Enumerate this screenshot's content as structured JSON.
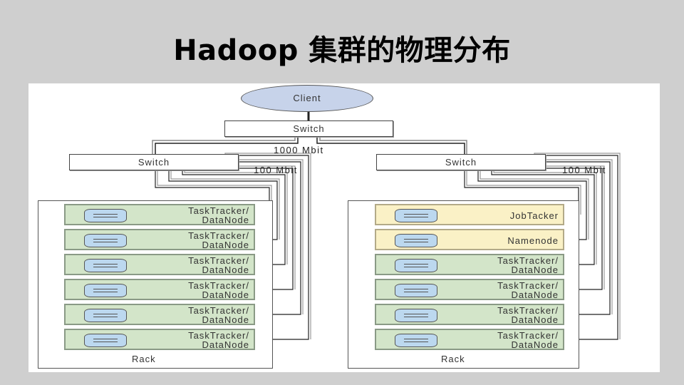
{
  "title": "Hadoop 集群的物理分布",
  "diagram": {
    "client": "Client",
    "top_switch": "Switch",
    "backbone_speed": "1000 Mbit",
    "left": {
      "switch": "Switch",
      "speed": "100 Mbit",
      "rack_label": "Rack",
      "nodes": [
        {
          "line1": "TaskTracker/",
          "line2": "DataNode",
          "role": "worker"
        },
        {
          "line1": "TaskTracker/",
          "line2": "DataNode",
          "role": "worker"
        },
        {
          "line1": "TaskTracker/",
          "line2": "DataNode",
          "role": "worker"
        },
        {
          "line1": "TaskTracker/",
          "line2": "DataNode",
          "role": "worker"
        },
        {
          "line1": "TaskTracker/",
          "line2": "DataNode",
          "role": "worker"
        },
        {
          "line1": "TaskTracker/",
          "line2": "DataNode",
          "role": "worker"
        }
      ]
    },
    "right": {
      "switch": "Switch",
      "speed": "100 Mbit",
      "rack_label": "Rack",
      "nodes": [
        {
          "line1": "JobTacker",
          "line2": "",
          "role": "master"
        },
        {
          "line1": "Namenode",
          "line2": "",
          "role": "master"
        },
        {
          "line1": "TaskTracker/",
          "line2": "DataNode",
          "role": "worker"
        },
        {
          "line1": "TaskTracker/",
          "line2": "DataNode",
          "role": "worker"
        },
        {
          "line1": "TaskTracker/",
          "line2": "DataNode",
          "role": "worker"
        },
        {
          "line1": "TaskTracker/",
          "line2": "DataNode",
          "role": "worker"
        }
      ]
    },
    "colors": {
      "worker_fill": "#d3e5c9",
      "master_fill": "#faf1c6",
      "client_fill": "#c7d3ea",
      "disk_fill": "#bcd8ef"
    }
  }
}
